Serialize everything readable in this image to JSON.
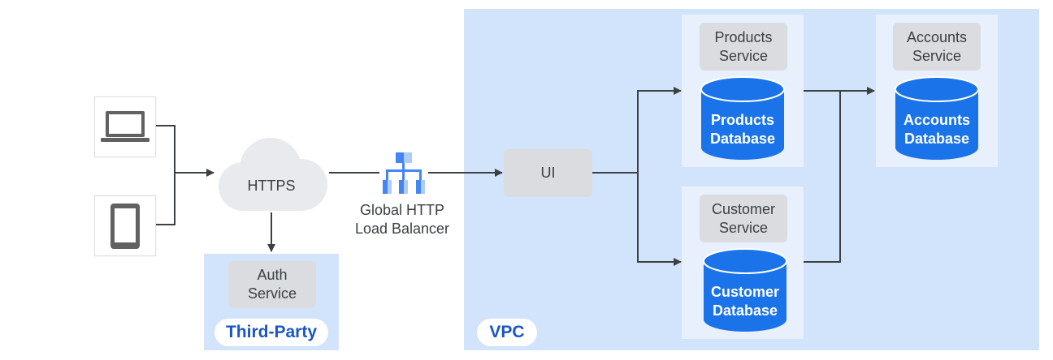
{
  "colors": {
    "region": "#d2e3fc",
    "panel": "#e8f0fe",
    "service": "#dadce0",
    "database": "#1a73e8",
    "tag_text": "#1a56c4",
    "line": "#3c4043"
  },
  "clients": [
    {
      "icon": "laptop-icon"
    },
    {
      "icon": "tablet-icon"
    }
  ],
  "https": {
    "label": "HTTPS",
    "icon": "cloud-icon"
  },
  "load_balancer": {
    "label_line1": "Global HTTP",
    "label_line2": "Load Balancer",
    "icon": "load-balancer-icon"
  },
  "third_party": {
    "tag": "Third-Party",
    "auth_service": {
      "line1": "Auth",
      "line2": "Service"
    }
  },
  "vpc": {
    "tag": "VPC",
    "ui": {
      "label": "UI"
    },
    "products": {
      "service": {
        "line1": "Products",
        "line2": "Service"
      },
      "database": {
        "line1": "Products",
        "line2": "Database"
      }
    },
    "customer": {
      "service": {
        "line1": "Customer",
        "line2": "Service"
      },
      "database": {
        "line1": "Customer",
        "line2": "Database"
      }
    },
    "accounts": {
      "service": {
        "line1": "Accounts",
        "line2": "Service"
      },
      "database": {
        "line1": "Accounts",
        "line2": "Database"
      }
    }
  }
}
